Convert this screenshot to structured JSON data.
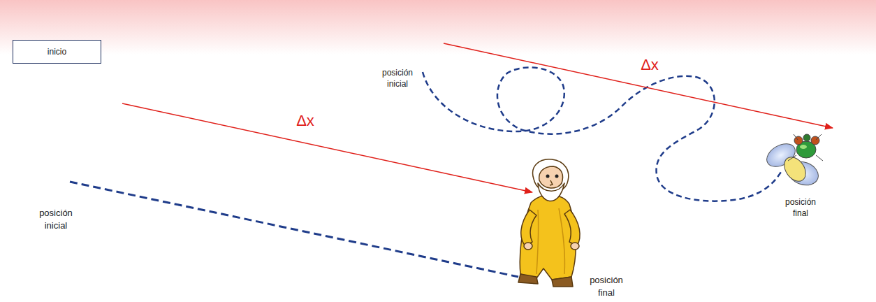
{
  "diagram": {
    "nodes": [
      {
        "text": [
          "inicio"
        ]
      }
    ],
    "labels": [
      "posición inicial",
      "Δx",
      "Δx",
      "posición final",
      "posición inicial",
      "posición final"
    ]
  }
}
